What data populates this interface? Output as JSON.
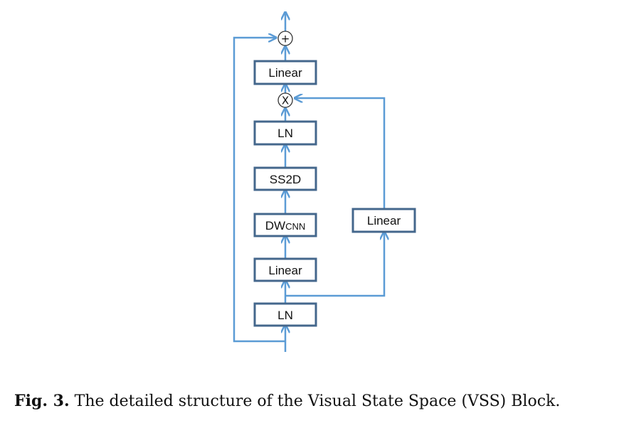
{
  "diagram": {
    "blocks": {
      "ln_bottom": "LN",
      "linear_1": "Linear",
      "dwcnn_main": "DW",
      "dwcnn_small": "CNN",
      "ss2d": "SS2D",
      "ln_top": "LN",
      "linear_top": "Linear",
      "linear_gate": "Linear"
    },
    "operators": {
      "multiply": "X",
      "add": "+"
    },
    "colors": {
      "box_border": "#44678c",
      "arrow": "#5b9bd5"
    }
  },
  "caption": {
    "label": "Fig. 3.",
    "text": "The detailed structure of the Visual State Space (VSS) Block."
  }
}
